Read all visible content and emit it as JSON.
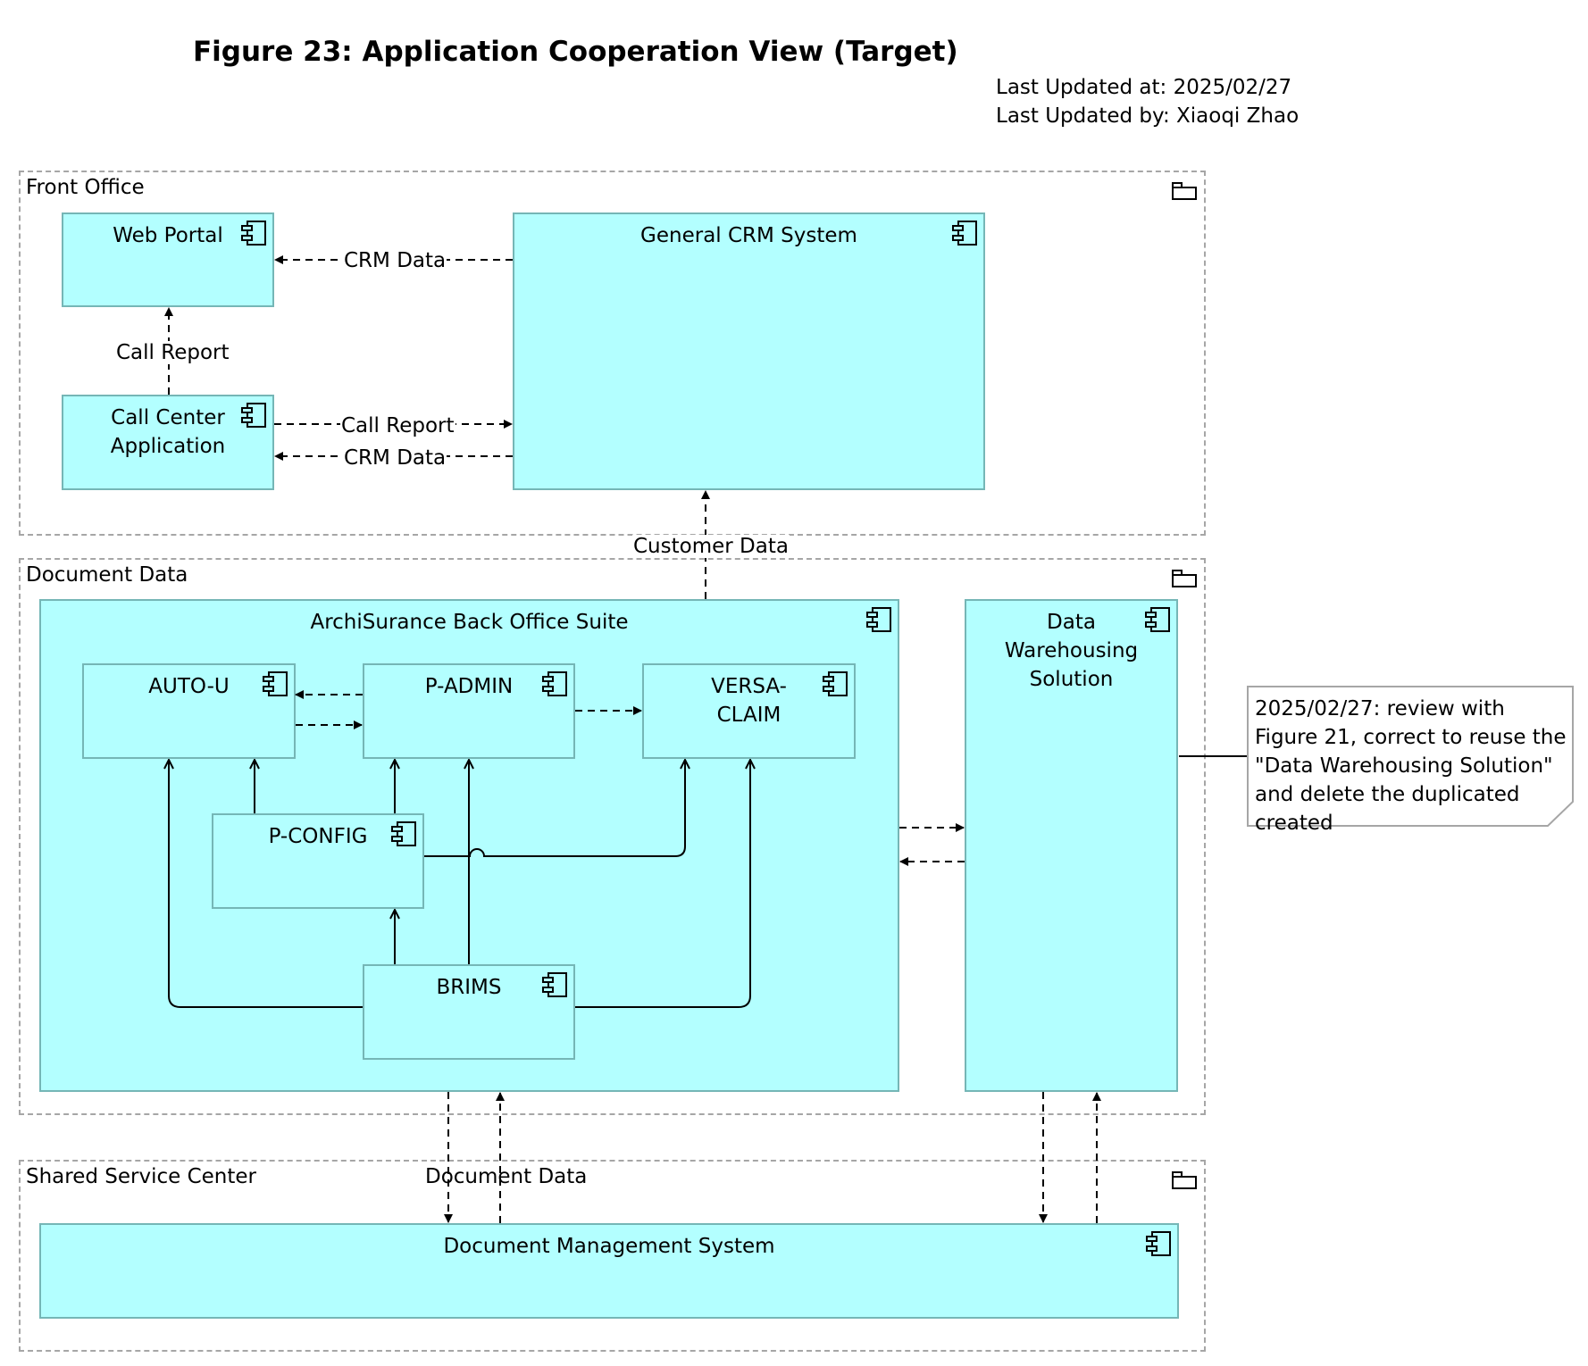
{
  "header": {
    "title": "Figure 23: Application Cooperation View (Target)",
    "updated_at": "Last Updated at: 2025/02/27",
    "updated_by": "Last Updated by: Xiaoqi Zhao"
  },
  "groups": {
    "front_office": "Front Office",
    "document_data": "Document Data",
    "shared_service_center": "Shared Service Center"
  },
  "components": {
    "web_portal": "Web Portal",
    "general_crm": "General CRM System",
    "call_center": "Call Center Application",
    "back_office_suite": "ArchiSurance Back Office Suite",
    "auto_u": "AUTO-U",
    "p_admin": "P-ADMIN",
    "versa_claim": "VERSA-CLAIM",
    "p_config": "P-CONFIG",
    "brims": "BRIMS",
    "data_warehousing": "Data Warehousing Solution",
    "document_management": "Document Management System"
  },
  "flows": {
    "crm_data_web": "CRM Data",
    "call_report_web": "Call Report",
    "call_report_crm": "Call Report",
    "crm_data_call": "CRM Data",
    "customer_data": "Customer Data",
    "document_data": "Document Data"
  },
  "note": {
    "text": "2025/02/27: review with Figure 21, correct to reuse the \"Data Warehousing Solution\" and delete the duplicated created"
  },
  "colors": {
    "component_fill": "#b3ffff",
    "component_border": "#75b6b6",
    "group_border": "#a6a6a6"
  },
  "icons": {
    "component": "component-icon",
    "group": "folder-icon"
  }
}
